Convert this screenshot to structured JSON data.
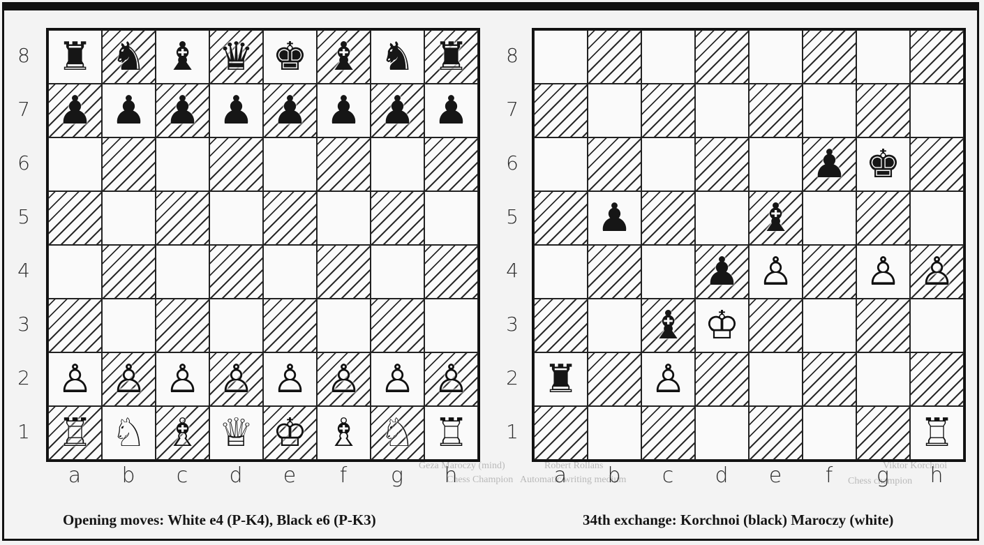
{
  "captions": {
    "left": "Opening moves: White e4 (P-K4), Black e6 (P-K3)",
    "right": "34th exchange: Korchnoi (black) Maroczy (white)"
  },
  "ranks": [
    "8",
    "7",
    "6",
    "5",
    "4",
    "3",
    "2",
    "1"
  ],
  "files": [
    "a",
    "b",
    "c",
    "d",
    "e",
    "f",
    "g",
    "h"
  ],
  "background_text": [
    "Robert Rollans",
    "Viktor Korchnoi",
    "Automatic writing medium",
    "Chess champion",
    "Geza Maroczy (mind)",
    "Chess Champion"
  ],
  "boards": {
    "left": {
      "pieces": {
        "a8": "♜",
        "b8": "♞",
        "c8": "♝",
        "d8": "♛",
        "e8": "♚",
        "f8": "♝",
        "g8": "♞",
        "h8": "♜",
        "a7": "♟",
        "b7": "♟",
        "c7": "♟",
        "d7": "♟",
        "e7": "♟",
        "f7": "♟",
        "g7": "♟",
        "h7": "♟",
        "a2": "♙",
        "b2": "♙",
        "c2": "♙",
        "d2": "♙",
        "e2": "♙",
        "f2": "♙",
        "g2": "♙",
        "h2": "♙",
        "a1": "♖",
        "b1": "♘",
        "c1": "♗",
        "d1": "♕",
        "e1": "♔",
        "f1": "♗",
        "g1": "♘",
        "h1": "♖"
      }
    },
    "right": {
      "pieces": {
        "f6": "♟",
        "g6": "♚",
        "b5": "♟",
        "e5": "♝",
        "d4": "♟",
        "e4": "♙",
        "g4": "♙",
        "h4": "♙",
        "c3": "♝",
        "d3": "♔",
        "a2": "♜",
        "c2": "♙",
        "h1": "♖"
      }
    }
  }
}
